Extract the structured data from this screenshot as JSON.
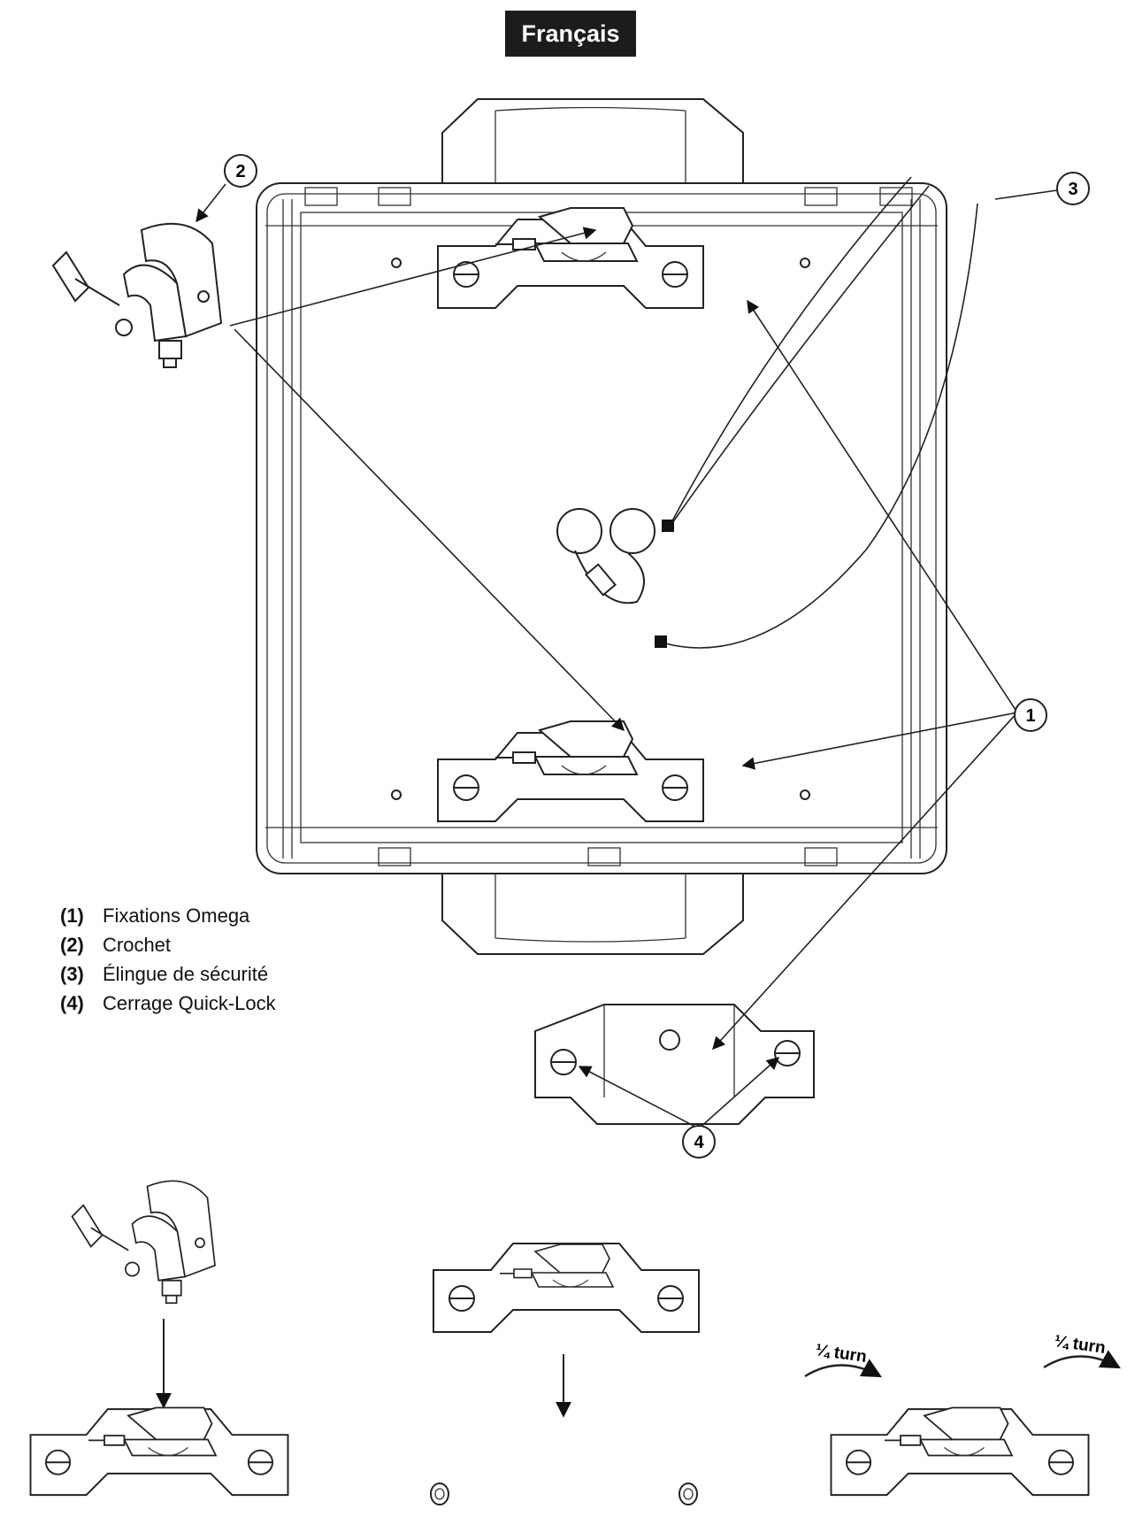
{
  "header": {
    "language": "Français"
  },
  "callouts": [
    "1",
    "2",
    "3",
    "4"
  ],
  "legend": [
    {
      "num": "(1)",
      "label": "Fixations Omega"
    },
    {
      "num": "(2)",
      "label": "Crochet"
    },
    {
      "num": "(3)",
      "label": "Élingue de sécurité"
    },
    {
      "num": "(4)",
      "label": "Cerrage Quick-Lock"
    }
  ],
  "steps": {
    "turn_fraction": "¼",
    "turn_word": "turn"
  }
}
